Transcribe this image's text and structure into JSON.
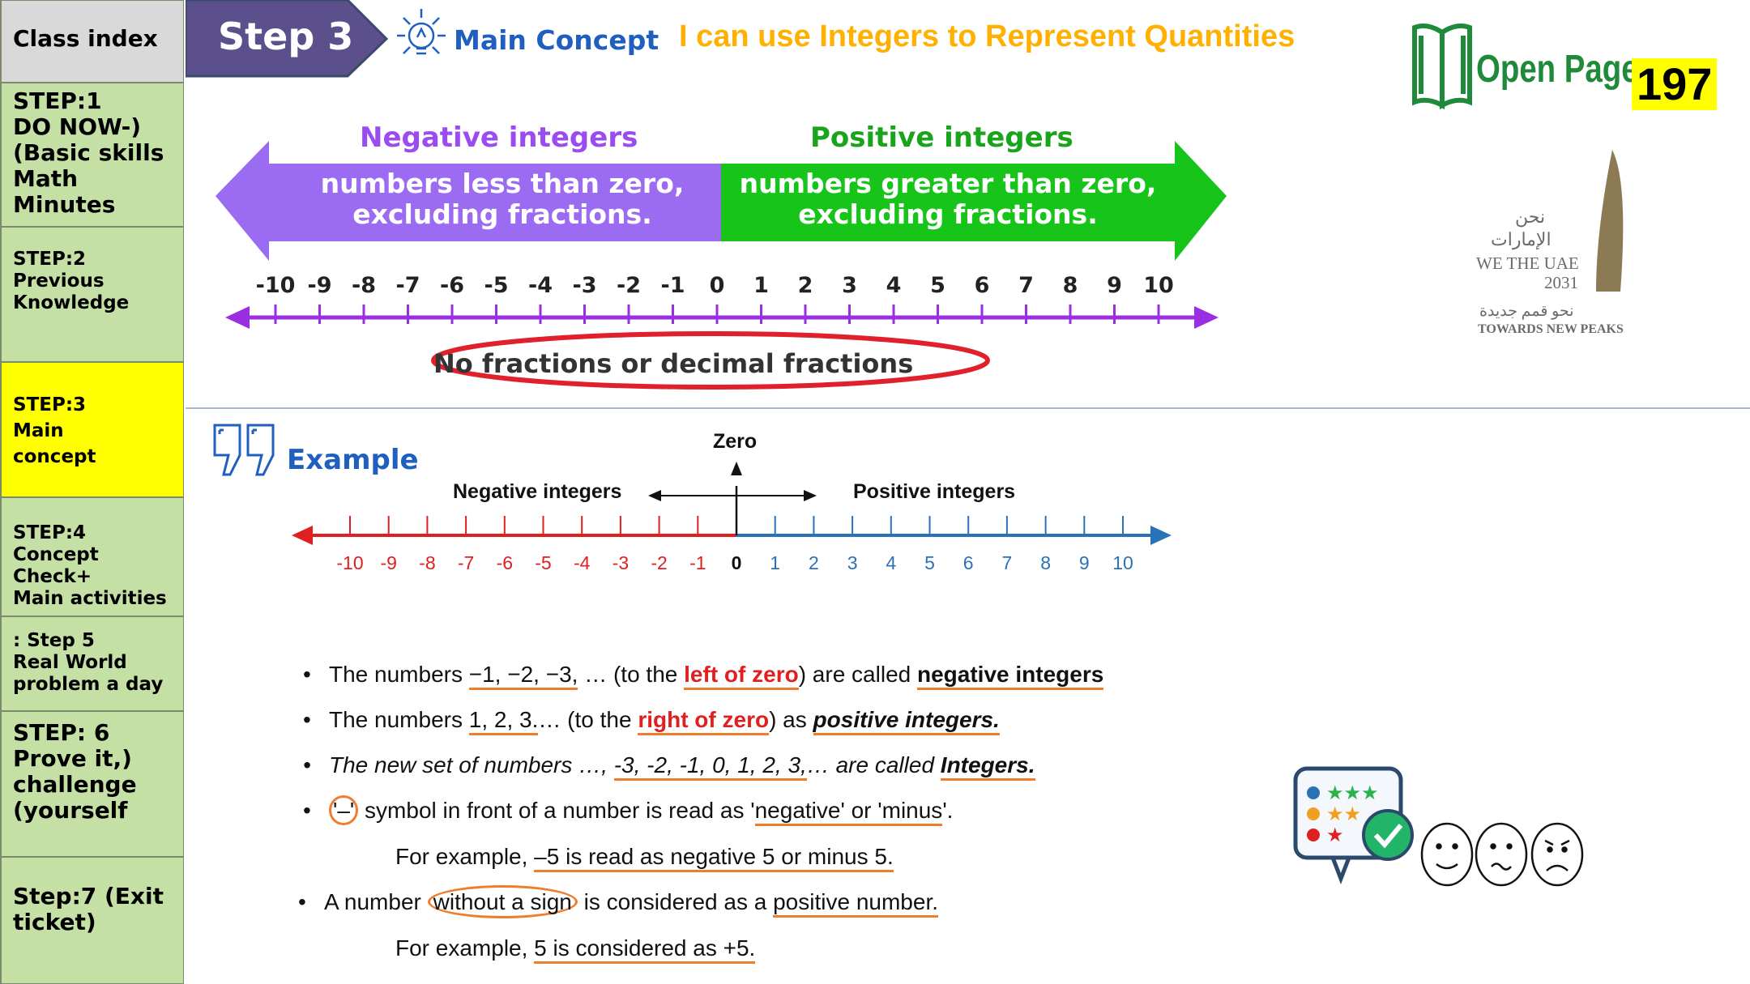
{
  "sidebar": {
    "header": "Class index",
    "items": [
      {
        "label": "STEP:1\nDO NOW-)\n(Basic skills\nMath\nMinutes"
      },
      {
        "label": "STEP:2\nPrevious\nKnowledge"
      },
      {
        "label": "STEP:3\nMain\n concept"
      },
      {
        "label": "STEP:4\nConcept Check+\nMain activities"
      },
      {
        "label": ": Step 5\nReal World\nproblem a day"
      },
      {
        "label": "STEP: 6\nProve it,)\nchallenge\n(yourself"
      },
      {
        "label": "Step:7 (Exit\nticket)"
      }
    ]
  },
  "header": {
    "step": "Step 3",
    "main_concept": "Main Concept",
    "objective": "I can use Integers to Represent Quantities",
    "open_page_label": "Open Page",
    "open_page_number": "197"
  },
  "uae_logo": {
    "arabic_line1": "نحن",
    "arabic_line2": "الإمارات",
    "line3": "WE THE UAE",
    "line4": "2031",
    "arabic_line5": "نحو قمم جديدة",
    "line6": "TOWARDS NEW PEAKS"
  },
  "figure_top": {
    "negative_title": "Negative integers",
    "negative_desc": "numbers less than zero,\nexcluding fractions.",
    "positive_title": "Positive integers",
    "positive_desc": "numbers greater than zero,\nexcluding fractions.",
    "ticks": [
      "-10",
      "-9",
      "-8",
      "-7",
      "-6",
      "-5",
      "-4",
      "-3",
      "-2",
      "-1",
      "0",
      "1",
      "2",
      "3",
      "4",
      "5",
      "6",
      "7",
      "8",
      "9",
      "10"
    ],
    "note": "No fractions or decimal fractions",
    "colors": {
      "negative": "#9b6bf2",
      "positive": "#17c41a",
      "line": "#9b2ee0",
      "note_ellipse": "#e0202a"
    }
  },
  "example": {
    "label": "Example",
    "zero_label": "Zero",
    "negative_label": "Negative integers",
    "positive_label": "Positive integers",
    "ticks": [
      "-10",
      "-9",
      "-8",
      "-7",
      "-6",
      "-5",
      "-4",
      "-3",
      "-2",
      "-1",
      "0",
      "1",
      "2",
      "3",
      "4",
      "5",
      "6",
      "7",
      "8",
      "9",
      "10"
    ],
    "colors": {
      "negative": "#e02020",
      "positive": "#2a72b8"
    }
  },
  "bullets": {
    "b1": {
      "p1": "The numbers ",
      "p2": "−1, −2, −3,",
      "p3": " … (to the ",
      "p4": "left of zero",
      "p5": ") are called ",
      "p6": "negative integers"
    },
    "b2": {
      "p1": "The numbers ",
      "p2": "1, 2, 3.",
      "p3": "… (to the ",
      "p4": "right of zero",
      "p5": ") as ",
      "p6": "positive integers."
    },
    "b3": {
      "p1": "The new set of numbers …, ",
      "p2": "-3, -2, -1, 0, 1, 2, 3,",
      "p3": "… are called ",
      "p4": "Integers."
    },
    "b4": {
      "p1": "'–'",
      "p2": " symbol in front of a number is read as '",
      "p3": "negative' or 'minus",
      "p4": "'."
    },
    "b4_sub": {
      "p1": "For example, ",
      "p2": "–5 is read as negative 5 or minus 5."
    },
    "b5": {
      "p1": "A number ",
      "p2": "without a sign",
      "p3": " is considered as a ",
      "p4": "positive number."
    },
    "b5_sub": {
      "p1": "For example, ",
      "p2": "5 is considered as +5."
    }
  },
  "colors": {
    "sidebar": "#c5e0a5",
    "active": "#ffff00",
    "step_tab": "#5b4f8c",
    "objective": "#ffb000",
    "underline": "#f07d2a",
    "accent_blue": "#1f5fbf"
  }
}
